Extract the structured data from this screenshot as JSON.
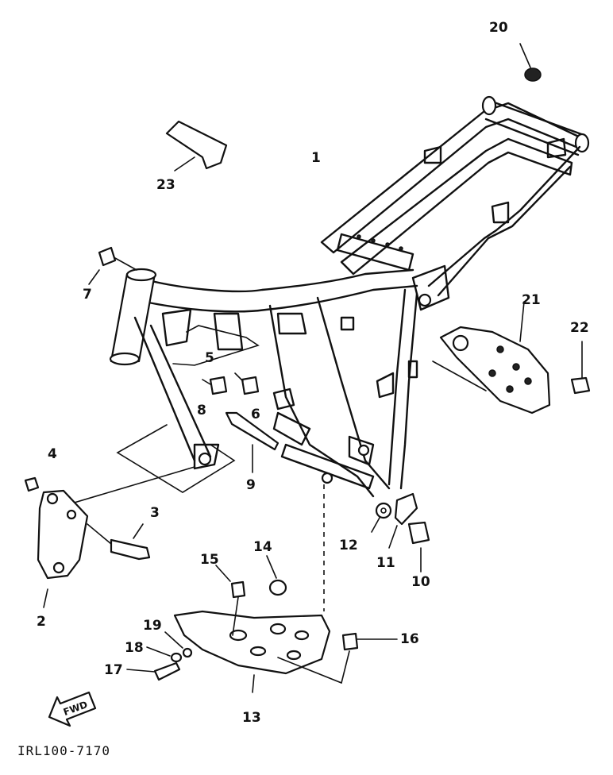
{
  "diagram": {
    "doc_id": "IRL100-7170",
    "fwd_label": "FWD",
    "callouts": [
      {
        "id": "c1",
        "text": "1"
      },
      {
        "id": "c2",
        "text": "2"
      },
      {
        "id": "c3",
        "text": "3"
      },
      {
        "id": "c4",
        "text": "4"
      },
      {
        "id": "c5",
        "text": "5"
      },
      {
        "id": "c6",
        "text": "6"
      },
      {
        "id": "c7",
        "text": "7"
      },
      {
        "id": "c8",
        "text": "8"
      },
      {
        "id": "c9",
        "text": "9"
      },
      {
        "id": "c10",
        "text": "10"
      },
      {
        "id": "c11",
        "text": "11"
      },
      {
        "id": "c12",
        "text": "12"
      },
      {
        "id": "c13",
        "text": "13"
      },
      {
        "id": "c14",
        "text": "14"
      },
      {
        "id": "c15",
        "text": "15"
      },
      {
        "id": "c16",
        "text": "16"
      },
      {
        "id": "c17",
        "text": "17"
      },
      {
        "id": "c18",
        "text": "18"
      },
      {
        "id": "c19",
        "text": "19"
      },
      {
        "id": "c20",
        "text": "20"
      },
      {
        "id": "c21",
        "text": "21"
      },
      {
        "id": "c22",
        "text": "22"
      },
      {
        "id": "c23",
        "text": "23"
      }
    ]
  }
}
